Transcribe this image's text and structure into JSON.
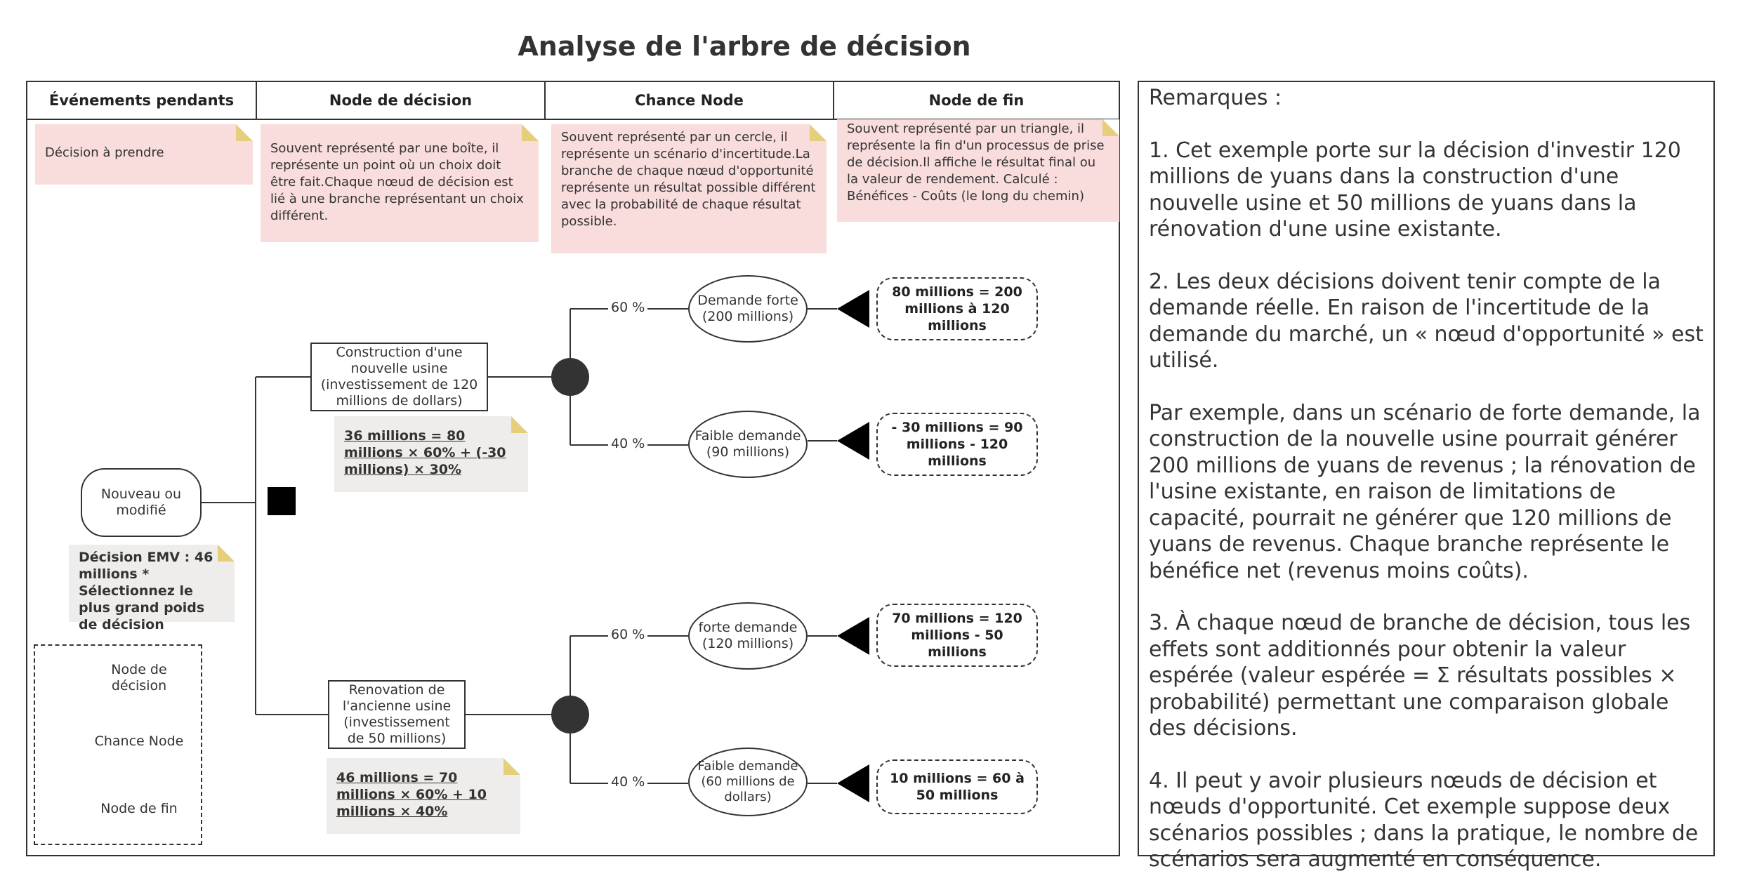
{
  "title": "Analyse de l'arbre de décision",
  "headers": {
    "events": "Événements pendants",
    "decision": "Node de décision",
    "chance": "Chance Node",
    "end": "Node de fin"
  },
  "notes": {
    "events": "Décision à prendre",
    "decision": "Souvent représenté par une boîte, il représente un point où un choix doit être fait.Chaque nœud de décision est lié à une branche représentant un choix différent.",
    "chance": "Souvent représenté par un cercle, il représente un scénario d'incertitude.La branche de chaque nœud d'opportunité représente un résultat possible différent avec la probabilité de chaque résultat possible.",
    "end": "Souvent représenté par un triangle, il représente la fin d'un processus de prise de décision.Il affiche le résultat final ou la valeur de rendement. Calculé : Bénéfices - Coûts (le long du chemin)"
  },
  "tree": {
    "root": "Nouveau ou modifié",
    "root_note": "Décision EMV : 46 millions * Sélectionnez le plus grand poids de décision",
    "option_new": "Construction d'une nouvelle usine (investissement de 120 millions de dollars)",
    "option_new_calc": "36 millions = 80 millions × 60% + (-30 millions) × 30%",
    "option_old": "Renovation de l'ancienne usine (investissement de 50 millions)",
    "option_old_calc": "46 millions = 70 millions × 60% + 10 millions × 40%",
    "outcomes": [
      {
        "label": "Demande forte (200 millions)",
        "pct": "60 %",
        "result": "80 millions = 200 millions à 120 millions"
      },
      {
        "label": "Faible demande (90 millions)",
        "pct": "40 %",
        "result": "- 30 millions = 90 millions - 120 millions"
      },
      {
        "label": "forte demande (120 millions)",
        "pct": "60 %",
        "result": "70 millions = 120 millions - 50 millions"
      },
      {
        "label": "Faible demande (60 millions de dollars)",
        "pct": "40 %",
        "result": "10 millions = 60 à 50 millions"
      }
    ]
  },
  "legend": {
    "decision": "Node de décision",
    "chance": "Chance Node",
    "end": "Node de fin"
  },
  "remarks": [
    "Remarques :",
    "1. Cet exemple porte sur la décision d'investir 120 millions de yuans dans la construction d'une nouvelle usine et 50 millions de yuans dans la rénovation d'une usine existante.",
    "2. Les deux décisions doivent tenir compte de la demande réelle. En raison de l'incertitude de la demande du marché, un « nœud d'opportunité » est utilisé.",
    "Par exemple, dans un scénario de forte demande, la construction de la nouvelle usine pourrait générer 200 millions de yuans de revenus ; la rénovation de l'usine existante, en raison de limitations de capacité, pourrait ne générer que 120 millions de yuans de revenus. Chaque branche représente le bénéfice net (revenus moins coûts).",
    "3. À chaque nœud de branche de décision, tous les effets sont additionnés pour obtenir la valeur espérée (valeur espérée = Σ résultats possibles × probabilité) permettant une comparaison globale des décisions.",
    "4. Il peut y avoir plusieurs nœuds de décision et nœuds d'opportunité. Cet exemple suppose deux scénarios possibles ; dans la pratique, le nombre de scénarios sera augmenté en conséquence."
  ]
}
